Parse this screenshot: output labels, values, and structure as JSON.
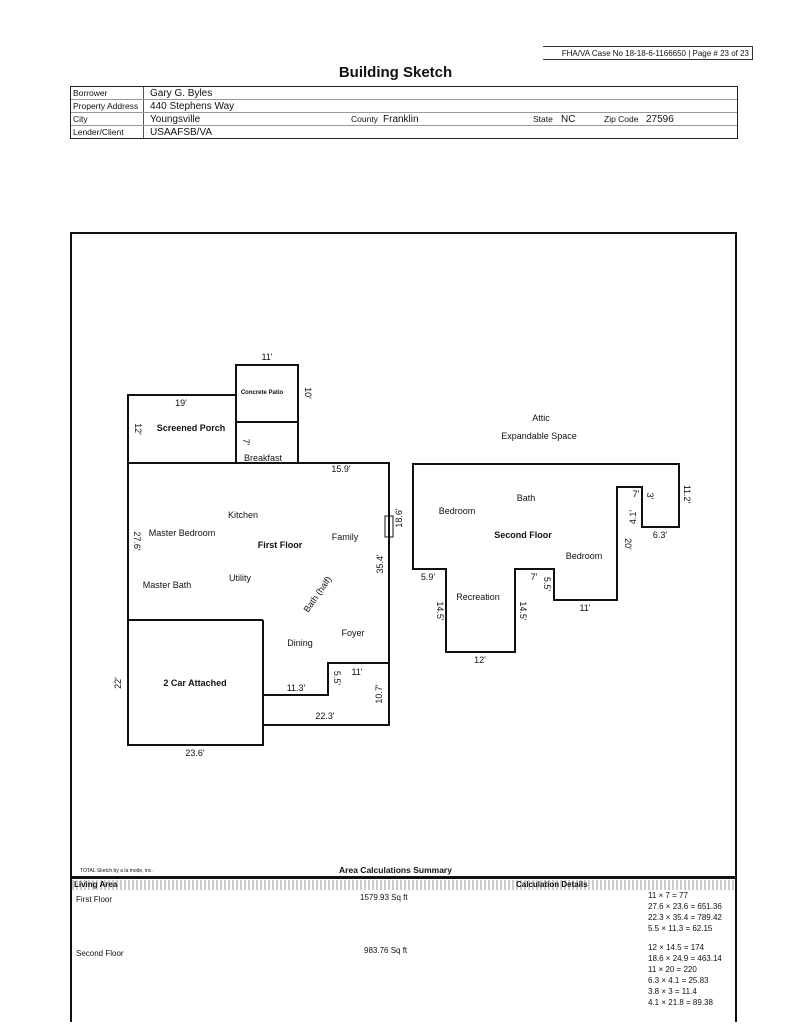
{
  "header": {
    "case_info": "FHA/VA Case No 18-18-6-1166650 | Page # 23 of 23",
    "title": "Building Sketch"
  },
  "info": {
    "borrower_label": "Borrower",
    "borrower": "Gary G. Byles",
    "address_label": "Property Address",
    "address": "440 Stephens Way",
    "city_label": "City",
    "city": "Youngsville",
    "county_label": "County",
    "county": "Franklin",
    "state_label": "State",
    "state": "NC",
    "zip_label": "Zip Code",
    "zip": "27596",
    "lender_label": "Lender/Client",
    "lender": "USAAFSB/VA"
  },
  "sketch": {
    "rooms": {
      "patio": "Concrete Patio",
      "porch": "Screened Porch",
      "breakfast": "Breakfast",
      "kitchen": "Kitchen",
      "master_bedroom": "Master Bedroom",
      "first_floor": "First Floor",
      "family": "Family",
      "utility": "Utility",
      "master_bath": "Master Bath",
      "bath_half": "Bath (half)",
      "foyer": "Foyer",
      "dining": "Dining",
      "garage": "2 Car Attached",
      "attic": "Attic",
      "expandable": "Expandable Space",
      "bedroom1": "Bedroom",
      "bath": "Bath",
      "second_floor": "Second Floor",
      "bedroom2": "Bedroom",
      "recreation": "Recreation"
    },
    "dims": {
      "patio_w": "11'",
      "patio_h": "10'",
      "porch_w": "19'",
      "porch_h": "12'",
      "bk_h": "7'",
      "top": "15.9'",
      "left": "27.6'",
      "right_a": "18.6'",
      "right_b": "35.4'",
      "step_h": "5.5'",
      "step_w": "11'",
      "step_b": "11.3'",
      "bottom": "22.3'",
      "right_c": "10.7'",
      "garage_h": "22'",
      "garage_w": "23.6'",
      "s_left": "5.9'",
      "s_rec_l": "14.5'",
      "s_rec_b": "12'",
      "s_rec_r": "14.5'",
      "s_7": "7'",
      "s_55": "5.5'",
      "s_11": "11'",
      "s_20": "20'",
      "s_41": "4.1'",
      "s_7b": "7'",
      "s_3": "3'",
      "s_63": "6.3'",
      "s_112": "11.2'"
    }
  },
  "footer": {
    "software": "TOTAL Sketch by a la mode, inc.",
    "summary_title": "Area Calculations Summary",
    "living_area": "Living Area",
    "calc_details": "Calculation Details",
    "floors": [
      {
        "name": "First Floor",
        "area": "1579.93 Sq ft",
        "calcs": [
          "11 × 7 = 77",
          "27.6 × 23.6 = 651.36",
          "22.3 × 35.4 = 789.42",
          "5.5 × 11.3 = 62.15"
        ]
      },
      {
        "name": "Second Floor",
        "area": "983.76 Sq ft",
        "calcs": [
          "12 × 14.5 = 174",
          "18.6 × 24.9 = 463.14",
          "11 × 20 = 220",
          "6.3 × 4.1 = 25.83",
          "3.8 × 3 = 11.4",
          "4.1 × 21.8 = 89.38"
        ]
      }
    ]
  }
}
